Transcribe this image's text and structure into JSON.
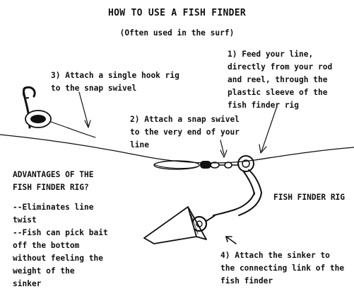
{
  "header": {
    "title": "HOW TO USE A FISH FINDER",
    "subtitle": "(Often used in the surf)"
  },
  "steps": {
    "step1": "1) Feed your line,\ndirectly from your rod\nand reel, through the\nplastic sleeve of the\nfish finder rig",
    "step2": "2) Attach a snap swivel\nto the very end of your\nline",
    "step3": "3) Attach a single hook rig\nto the snap swivel",
    "step4": "4) Attach the sinker to\nthe connecting link of the\nfish finder"
  },
  "advantages": {
    "heading": "ADVANTAGES OF THE\nFISH FINDER RIG?",
    "items": "--Eliminates line\ntwist\n--Fish can pick bait\noff the bottom\nwithout feeling the\nweight of the\nsinker"
  },
  "labels": {
    "fish_finder_rig": "FISH FINDER RIG"
  }
}
